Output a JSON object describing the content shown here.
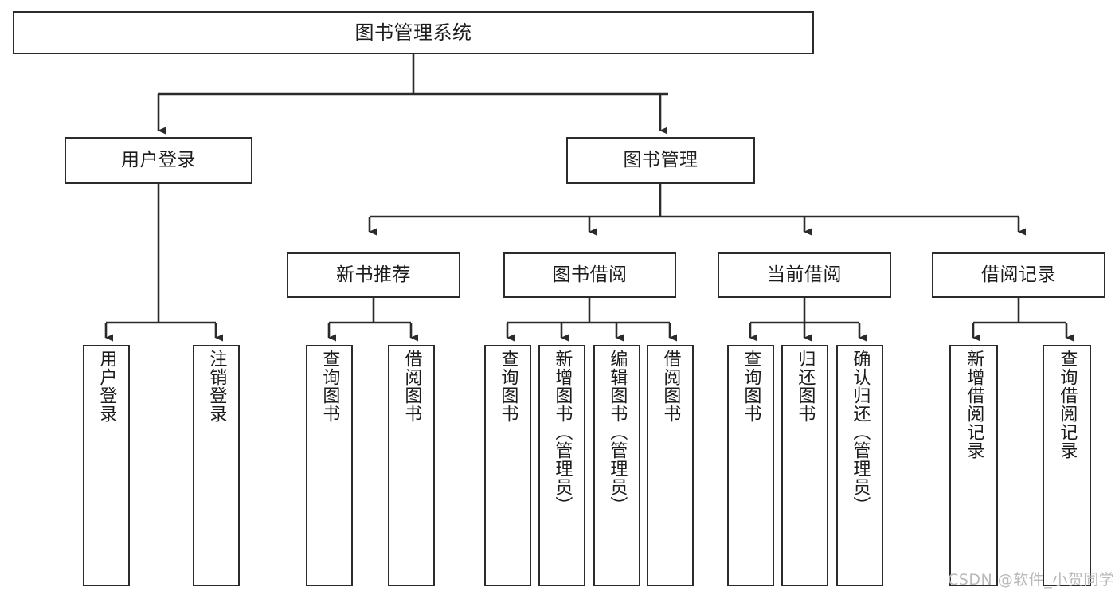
{
  "diagram": {
    "title": "图书管理系统",
    "type": "tree-hierarchy",
    "root": {
      "id": "root",
      "label": "图书管理系统"
    },
    "level2": [
      {
        "id": "user-login",
        "label": "用户登录"
      },
      {
        "id": "book-manage",
        "label": "图书管理"
      }
    ],
    "level3": [
      {
        "id": "new-book-recommend",
        "label": "新书推荐",
        "parent": "book-manage"
      },
      {
        "id": "book-borrow",
        "label": "图书借阅",
        "parent": "book-manage"
      },
      {
        "id": "current-borrow",
        "label": "当前借阅",
        "parent": "book-manage"
      },
      {
        "id": "borrow-record",
        "label": "借阅记录",
        "parent": "book-manage"
      }
    ],
    "leaves": [
      {
        "id": "leaf-user-login",
        "label": "用户登录",
        "parent": "user-login"
      },
      {
        "id": "leaf-logout",
        "label": "注销登录",
        "parent": "user-login"
      },
      {
        "id": "leaf-query-book-1",
        "label": "查询图书",
        "parent": "new-book-recommend"
      },
      {
        "id": "leaf-borrow-book-1",
        "label": "借阅图书",
        "parent": "new-book-recommend"
      },
      {
        "id": "leaf-query-book-2",
        "label": "查询图书",
        "parent": "book-borrow"
      },
      {
        "id": "leaf-add-book",
        "label": "新增图书（管理员）",
        "parent": "book-borrow"
      },
      {
        "id": "leaf-edit-book",
        "label": "编辑图书（管理员）",
        "parent": "book-borrow"
      },
      {
        "id": "leaf-borrow-book-2",
        "label": "借阅图书",
        "parent": "book-borrow"
      },
      {
        "id": "leaf-query-book-3",
        "label": "查询图书",
        "parent": "current-borrow"
      },
      {
        "id": "leaf-return-book",
        "label": "归还图书",
        "parent": "current-borrow"
      },
      {
        "id": "leaf-confirm-return",
        "label": "确认归还（管理员）",
        "parent": "current-borrow"
      },
      {
        "id": "leaf-add-record",
        "label": "新增借阅记录",
        "parent": "borrow-record"
      },
      {
        "id": "leaf-query-record",
        "label": "查询借阅记录",
        "parent": "borrow-record"
      }
    ],
    "watermark": "CSDN @软件_小贺同学",
    "colors": {
      "stroke": "#2b2b2b",
      "fill": "#ffffff",
      "text": "#1c1c1c",
      "watermark": "#b9b9b9"
    }
  }
}
